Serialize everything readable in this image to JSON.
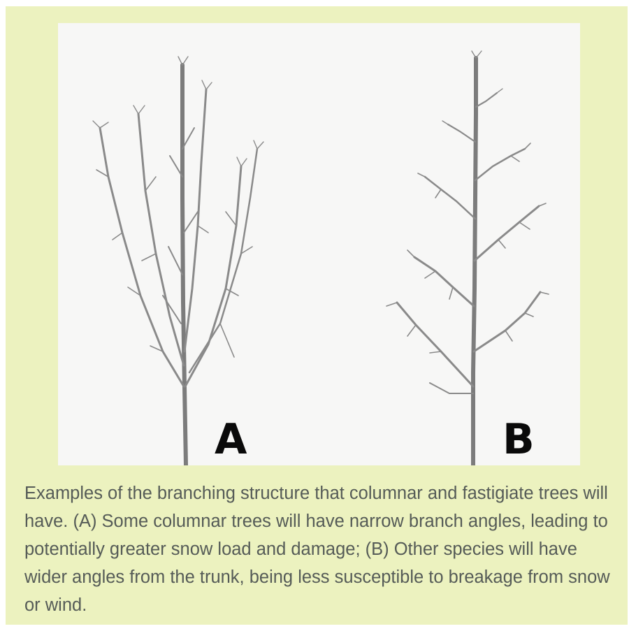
{
  "figure": {
    "label_a": "A",
    "label_b": "B",
    "pencil_color": "#8a8a8a",
    "paper_color": "#f7f7f6"
  },
  "caption": {
    "text": "Examples of the branching structure that columnar and fastigiate trees will have. (A) Some columnar trees will have narrow branch angles, leading to potentially greater snow load and damage; (B) Other species will have wider angles from the trunk, being less susceptible to breakage from snow or wind."
  },
  "colors": {
    "card_background": "#ecf2bf",
    "caption_text": "#555b57"
  }
}
